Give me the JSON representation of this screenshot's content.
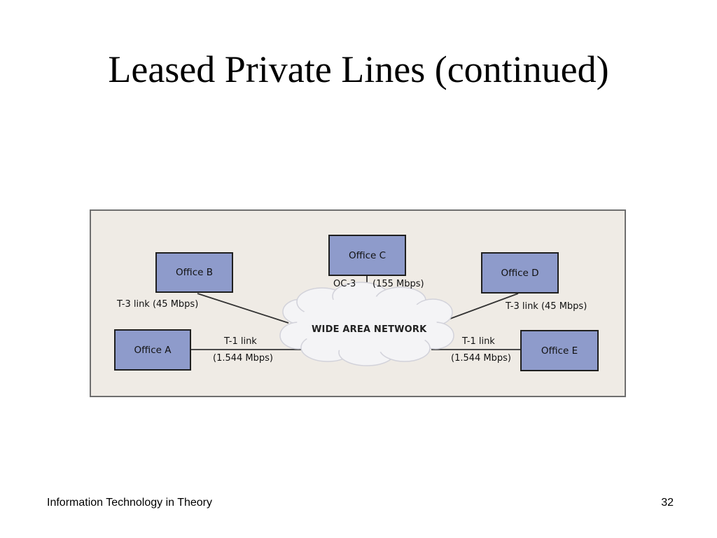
{
  "slide": {
    "title": "Leased Private Lines (continued)",
    "footer_left": "Information Technology in Theory",
    "page_number": "32"
  },
  "diagram": {
    "network_label": "WIDE AREA NETWORK",
    "offices": {
      "a": "Office A",
      "b": "Office B",
      "c": "Office C",
      "d": "Office D",
      "e": "Office E"
    },
    "links": {
      "b": "T-3 link (45 Mbps)",
      "c_name": "OC-3",
      "c_speed": "(155 Mbps)",
      "d": "T-3 link (45 Mbps)",
      "a_name": "T-1 link",
      "a_speed": "(1.544 Mbps)",
      "e_name": "T-1 link",
      "e_speed": "(1.544 Mbps)"
    },
    "colors": {
      "panel": "#efebe5",
      "office_box": "#8e9bcb",
      "cloud": "#f4f4f6"
    }
  }
}
